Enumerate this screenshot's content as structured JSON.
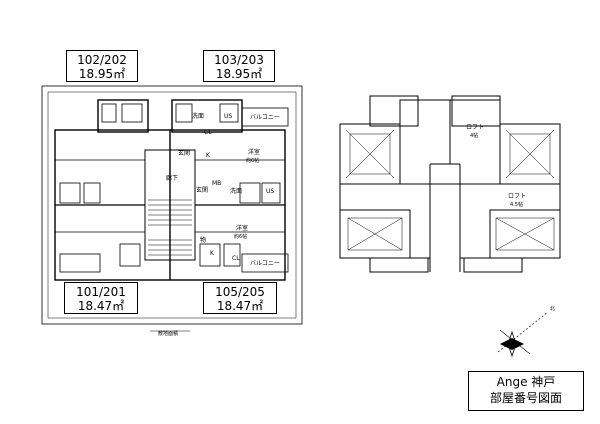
{
  "units": {
    "top_left": {
      "number": "102/202",
      "area": "18.95㎡"
    },
    "top_right": {
      "number": "103/203",
      "area": "18.95㎡"
    },
    "bottom_left": {
      "number": "101/201",
      "area": "18.47㎡"
    },
    "bottom_right": {
      "number": "105/205",
      "area": "18.47㎡"
    }
  },
  "room_labels": {
    "balcony": "バルコニー",
    "entrance": "玄関",
    "kitchen": "K",
    "western_room": "洋室",
    "western_size_a": "約6帖",
    "western_size_b": "約6帖",
    "wash": "洗面",
    "us": "US",
    "cl": "CL",
    "loft": "ロフト",
    "loft_size_a": "4帖",
    "loft_size_b": "4.5帖",
    "corridor": "廊下",
    "storage": "物",
    "mb": "MB",
    "site_area": "敷地面積"
  },
  "north_label": "北",
  "title": {
    "line1": "Ange 神戸",
    "line2": "部屋番号図面"
  }
}
